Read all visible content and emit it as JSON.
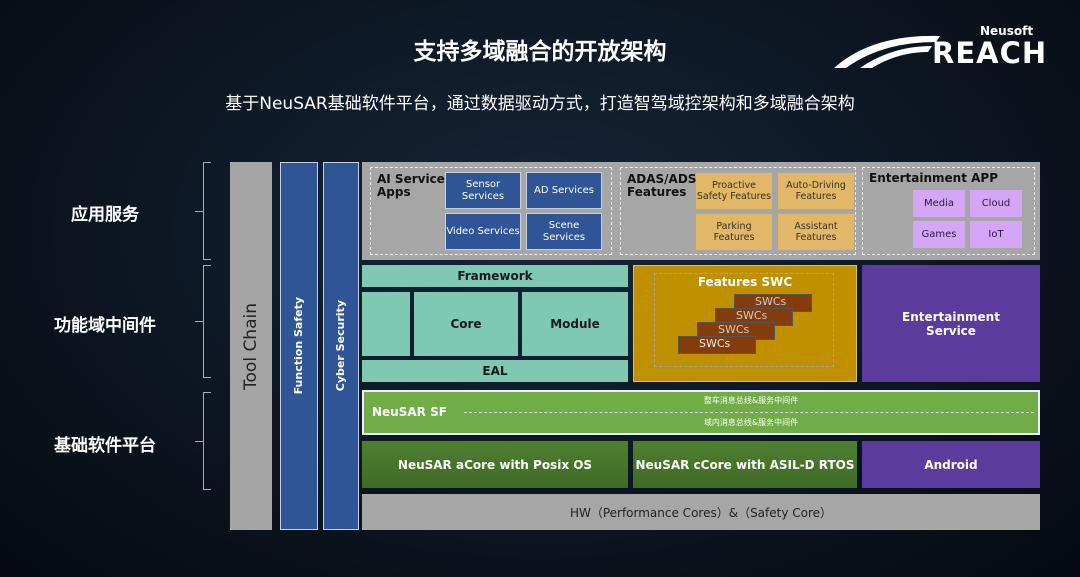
{
  "title": "支持多域融合的开放架构",
  "subtitle": "基于NeuSAR基础软件平台，通过数据驱动方式，打造智驾域控架构和多域融合架构",
  "logo": {
    "top": "Neusoft",
    "main": "REACH"
  },
  "rows": [
    "应用服务",
    "功能域中间件",
    "基础软件平台"
  ],
  "columns": {
    "tool_chain": "Tool Chain",
    "function_safety": "Function Safety",
    "cyber_security": "Cyber Security"
  },
  "apps": {
    "ai": {
      "title": "AI Service Apps",
      "items": [
        "Sensor Services",
        "AD Services",
        "Video Services",
        "Scene Services"
      ]
    },
    "adas": {
      "title": "ADAS/ADS Features",
      "items": [
        "Proactive Safety Features",
        "Auto-Driving Features",
        "Parking Features",
        "Assistant Features"
      ]
    },
    "ent": {
      "title": "Entertainment APP",
      "items": [
        "Media",
        "Cloud",
        "Games",
        "IoT"
      ]
    }
  },
  "middleware": {
    "framework": "Framework",
    "core": "Core",
    "module": "Module",
    "eal": "EAL",
    "features_swc": "Features SWC",
    "swc": "SWCs",
    "ent_service": "Entertainment Service"
  },
  "platform": {
    "sf": "NeuSAR SF",
    "sf_top": "整车消息总线&服务中间件",
    "sf_bottom": "域内消息总线&服务中间件",
    "acore": "NeuSAR aCore with Posix OS",
    "ccore": "NeuSAR cCore with ASIL-D RTOS",
    "android": "Android",
    "hw": "HW（Performance Cores）&（Safety Core）"
  }
}
